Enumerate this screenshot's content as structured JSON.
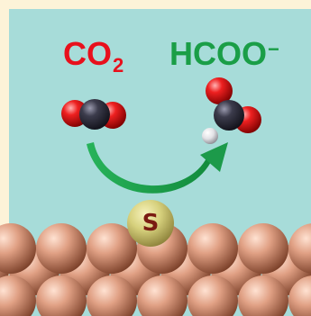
{
  "labels": {
    "reactant_main": "CO",
    "reactant_sub": "2",
    "product_main": "HCOO",
    "product_sup": "−",
    "adatom": "S"
  },
  "colors": {
    "frame": "#fdf3d8",
    "water": "#a7dcd9",
    "reactant_text": "#e8101c",
    "product_text": "#1a9e47",
    "arrow": "#1c9a4a",
    "oxygen": "#e2101a",
    "carbon": "#3a3a48",
    "hydrogen": "#ececf0",
    "sulfur": "#d7d27a",
    "sulfur_text": "#7a1c12",
    "copper": "#d99b80"
  }
}
